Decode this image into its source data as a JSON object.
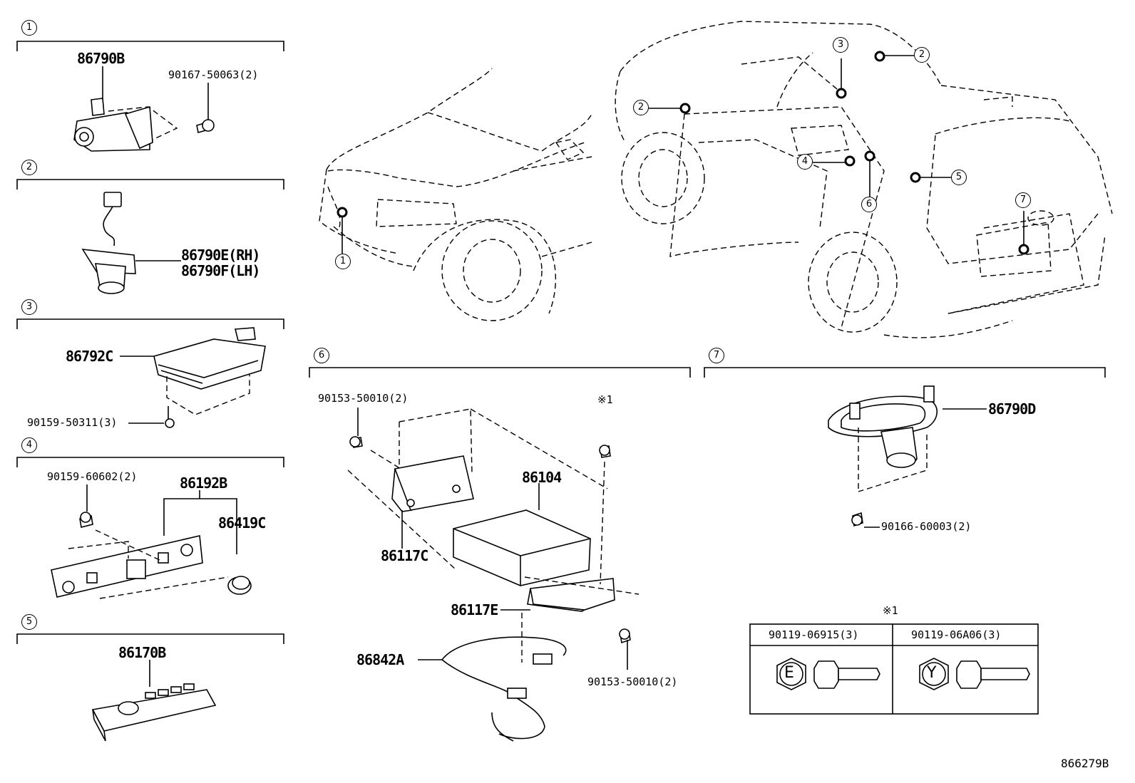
{
  "sections": [
    {
      "num": "1",
      "parts": [
        "86790B",
        "90167-50063(2)"
      ]
    },
    {
      "num": "2",
      "parts": [
        "86790E(RH)",
        "86790F(LH)"
      ]
    },
    {
      "num": "3",
      "parts": [
        "86792C",
        "90159-50311(3)"
      ]
    },
    {
      "num": "4",
      "parts": [
        "90159-60602(2)",
        "86192B",
        "86419C"
      ]
    },
    {
      "num": "5",
      "parts": [
        "86170B"
      ]
    },
    {
      "num": "6",
      "parts": [
        "90153-50010(2)",
        "86104",
        "86117C",
        "86117E",
        "86842A",
        "90153-50010(2)"
      ]
    },
    {
      "num": "7",
      "parts": [
        "86790D",
        "90166-60003(2)"
      ]
    }
  ],
  "note_mark": "※1",
  "bolt_table": {
    "header_mark": "※1",
    "columns": [
      {
        "part": "90119-06915(3)",
        "letter": "E"
      },
      {
        "part": "90119-06A06(3)",
        "letter": "Y"
      }
    ]
  },
  "vehicle_callouts": [
    "1",
    "2",
    "3",
    "2",
    "4",
    "6",
    "5",
    "7"
  ],
  "diagram_ref": "866279B"
}
